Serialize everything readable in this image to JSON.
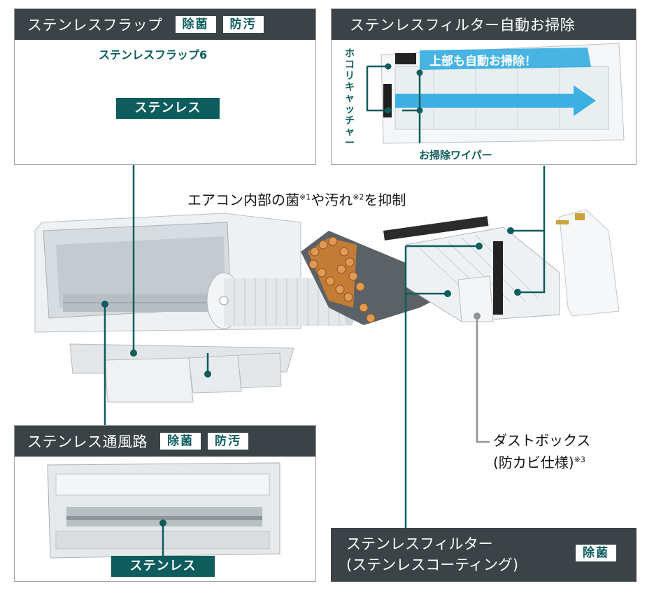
{
  "panels": {
    "flap": {
      "title": "ステンレスフラップ",
      "badges": [
        "除菌",
        "防汚"
      ],
      "caption": "ステンレスフラップ6",
      "material_label": "ステンレス"
    },
    "filter_clean": {
      "title": "ステンレスフィルター自動お掃除",
      "top_callout": "上部も自動お掃除！",
      "dust_catcher": "ホコリキャッチャー",
      "wiper": "お掃除ワイパー"
    },
    "duct": {
      "title": "ステンレス通風路",
      "badges": [
        "除菌",
        "防汚"
      ],
      "material_label": "ステンレス"
    },
    "filter": {
      "title_line1": "ステンレスフィルター",
      "title_line2": "(ステンレスコーティング)",
      "badge": "除菌"
    }
  },
  "center_caption": {
    "part1": "エアコン内部の菌",
    "note1": "※1",
    "part2": "や汚れ",
    "note2": "※2",
    "part3": "を抑制"
  },
  "dust_box": {
    "line1": "ダストボックス",
    "line2": "(防カビ仕様)",
    "note": "※3"
  },
  "colors": {
    "header": "#3b4347",
    "accent": "#0d5c5e",
    "filter_blue": "#29a8e0"
  }
}
